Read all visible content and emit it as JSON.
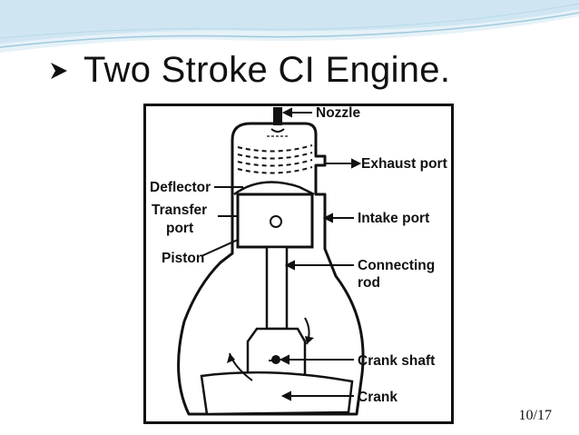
{
  "slide": {
    "title": "Two Stroke CI Engine.",
    "bullet_icon": "arrow-bullet-icon",
    "page_number": "10/17"
  },
  "diagram": {
    "labels": {
      "nozzle": "Nozzle",
      "exhaust_port": "Exhaust port",
      "deflector": "Deflector",
      "transfer_port_line1": "Transfer",
      "transfer_port_line2": "port",
      "intake_port": "Intake port",
      "piston": "Piston",
      "connecting_rod_line1": "Connecting",
      "connecting_rod_line2": "rod",
      "crank_shaft": "Crank shaft",
      "crank": "Crank"
    }
  },
  "colors": {
    "header_wave": "#cfe6f2",
    "header_wave_dark": "#9fc8de",
    "ink": "#111111"
  }
}
